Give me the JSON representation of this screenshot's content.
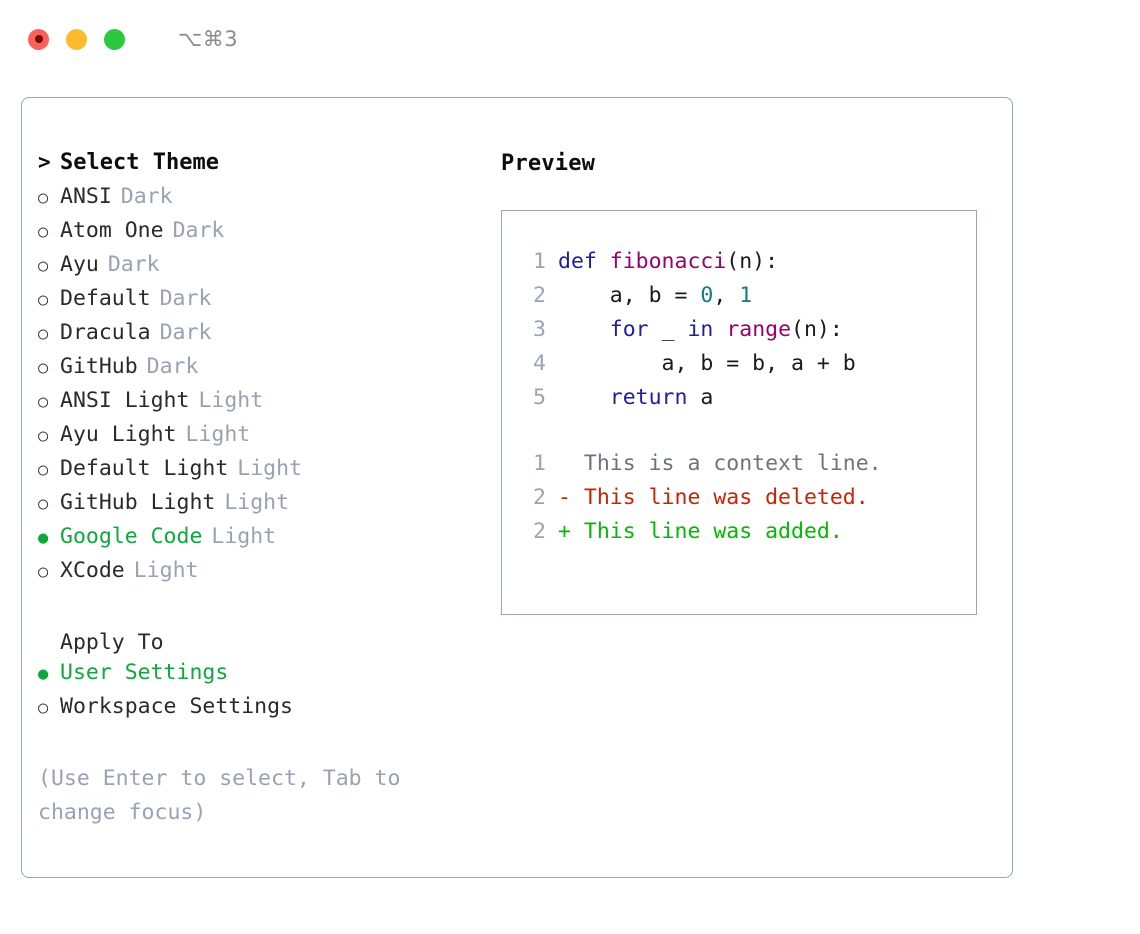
{
  "titlebar": {
    "shortcut": "⌥⌘3",
    "lights": [
      "close-red",
      "minimize-yellow",
      "maximize-green"
    ]
  },
  "theme_picker": {
    "heading_marker": ">",
    "heading": "Select Theme",
    "items": [
      {
        "marker": "○",
        "name": "ANSI",
        "tag": "Dark",
        "selected": false
      },
      {
        "marker": "○",
        "name": "Atom One",
        "tag": "Dark",
        "selected": false
      },
      {
        "marker": "○",
        "name": "Ayu",
        "tag": "Dark",
        "selected": false
      },
      {
        "marker": "○",
        "name": "Default",
        "tag": "Dark",
        "selected": false
      },
      {
        "marker": "○",
        "name": "Dracula",
        "tag": "Dark",
        "selected": false
      },
      {
        "marker": "○",
        "name": "GitHub",
        "tag": "Dark",
        "selected": false
      },
      {
        "marker": "○",
        "name": "ANSI Light",
        "tag": "Light",
        "selected": false
      },
      {
        "marker": "○",
        "name": "Ayu Light",
        "tag": "Light",
        "selected": false
      },
      {
        "marker": "○",
        "name": "Default Light",
        "tag": "Light",
        "selected": false
      },
      {
        "marker": "○",
        "name": "GitHub Light",
        "tag": "Light",
        "selected": false
      },
      {
        "marker": "●",
        "name": "Google Code",
        "tag": "Light",
        "selected": true
      },
      {
        "marker": "○",
        "name": "XCode",
        "tag": "Light",
        "selected": false
      }
    ]
  },
  "apply_to": {
    "label": "Apply To",
    "options": [
      {
        "marker": "●",
        "name": "User Settings",
        "selected": true
      },
      {
        "marker": "○",
        "name": "Workspace Settings",
        "selected": false
      }
    ]
  },
  "hint": "(Use Enter to select, Tab to change focus)",
  "preview": {
    "title": "Preview",
    "code_lines": [
      {
        "no": "1",
        "tokens": [
          {
            "t": "def ",
            "c": "kw"
          },
          {
            "t": "fibonacci",
            "c": "fn"
          },
          {
            "t": "(n):",
            "c": "pl"
          }
        ]
      },
      {
        "no": "2",
        "tokens": [
          {
            "t": "    a, b = ",
            "c": "pl"
          },
          {
            "t": "0",
            "c": "num"
          },
          {
            "t": ", ",
            "c": "pl"
          },
          {
            "t": "1",
            "c": "num"
          }
        ]
      },
      {
        "no": "3",
        "tokens": [
          {
            "t": "    ",
            "c": "pl"
          },
          {
            "t": "for",
            "c": "kw"
          },
          {
            "t": " _ ",
            "c": "pl"
          },
          {
            "t": "in",
            "c": "kw"
          },
          {
            "t": " ",
            "c": "pl"
          },
          {
            "t": "range",
            "c": "fn"
          },
          {
            "t": "(n):",
            "c": "pl"
          }
        ]
      },
      {
        "no": "4",
        "tokens": [
          {
            "t": "        a, b = b, a + b",
            "c": "pl"
          }
        ]
      },
      {
        "no": "5",
        "tokens": [
          {
            "t": "    ",
            "c": "pl"
          },
          {
            "t": "return",
            "c": "kw"
          },
          {
            "t": " a",
            "c": "pl"
          }
        ]
      }
    ],
    "diff_lines": [
      {
        "no": "1",
        "text": "  This is a context line.",
        "kind": "ctx"
      },
      {
        "no": "2",
        "text": "- This line was deleted.",
        "kind": "del"
      },
      {
        "no": "2",
        "text": "+ This line was added.",
        "kind": "add"
      }
    ]
  },
  "colors": {
    "accent_green": "#0fa83c",
    "muted_blue_gray": "#98a2b3",
    "border": "#9aa4b4",
    "keyword": "#1d1da8",
    "function": "#990073",
    "number": "#107d7d",
    "diff_deleted": "#cc2200",
    "diff_added": "#00bb00",
    "traffic_red": "#fc6058",
    "traffic_yellow": "#fdbc2e",
    "traffic_green": "#2bc840"
  }
}
